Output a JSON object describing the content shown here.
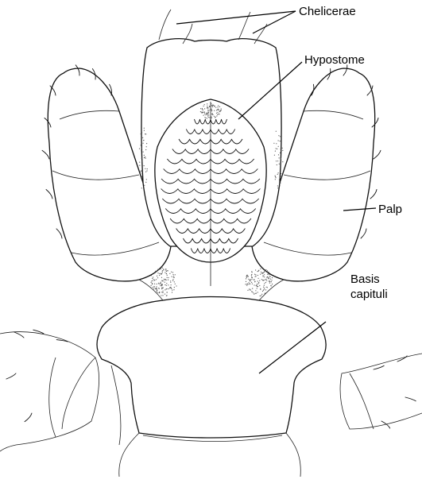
{
  "labels": {
    "chelicerae": "Chelicerae",
    "hypostome": "Hypostome",
    "palp": "Palp",
    "basis_line1": "Basis",
    "basis_line2": "capituli"
  }
}
